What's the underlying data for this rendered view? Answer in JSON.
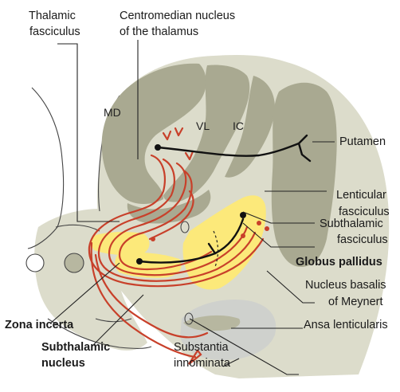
{
  "labels": {
    "thalamic_fasciculus": [
      "Thalamic",
      "fasciculus"
    ],
    "centromedian_nucleus": [
      "Centromedian nucleus",
      "of the thalamus"
    ],
    "putamen": "Putamen",
    "lenticular_fasciculus": [
      "Lenticular",
      "fasciculus"
    ],
    "subthalamic_fasciculus": [
      "Subthalamic",
      "fasciculus"
    ],
    "globus_pallidus": "Globus pallidus",
    "nucleus_basalis": [
      "Nucleus basalis",
      "of Meynert"
    ],
    "ansa_lenticularis": "Ansa lenticularis",
    "zona_incerta": "Zona incerta",
    "subthalamic_nucleus": [
      "Subthalamic",
      "nucleus"
    ],
    "substantia_innominata": [
      "Substantia",
      "innominata"
    ]
  },
  "regions": {
    "md": "MD",
    "vl": "VL",
    "ic": "IC"
  },
  "colors": {
    "gray_matter": "#a9a991",
    "white_matter": "#dcdccb",
    "globus_pallidus": "#fce97a",
    "fibers": "#c8402a",
    "substantia": "#cfd1cd"
  }
}
